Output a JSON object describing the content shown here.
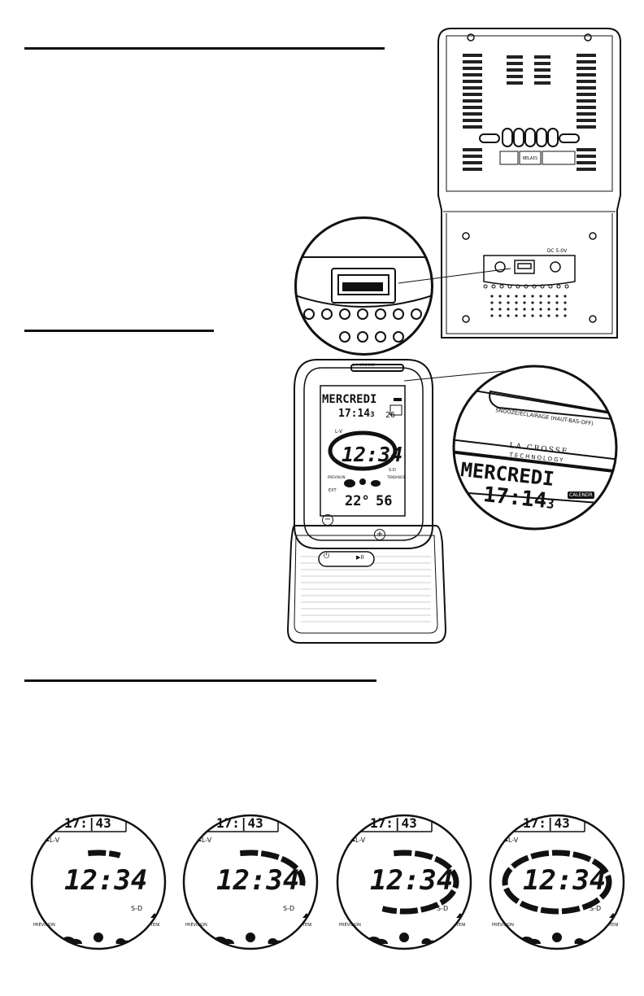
{
  "rear_panel": {
    "reset_label": "RELAIS",
    "dc_label": "DC 5.0V"
  },
  "top_button_callout": "SNOOZE/ÉCLAIRAGE (HAUT-BAS-OFF)",
  "brand": {
    "line1": "LA CROSSE",
    "line2": "TECHNOLOGY"
  },
  "device_lcd": {
    "day": "MERCREDI",
    "time_hm": "17:14",
    "seconds": "3",
    "date": "26",
    "big_time": "12:34",
    "alarm_weekday": "L-V",
    "alarm_weekend": "S-D",
    "forecast_label": "PRÉVISION",
    "trend_label": "TENDANCE",
    "ext_label": "EXT",
    "temperature": "22°",
    "humidity": "56",
    "calendar_tag": "CALENDR"
  },
  "zoom_lcd": {
    "day": "MERCREDI",
    "time_hm": "17:14",
    "seconds": "3"
  },
  "buttons": {
    "minus": "−",
    "plus": "+",
    "power": "⏻",
    "play": "▶II"
  },
  "progression_displays": [
    {
      "top": "17:|43",
      "weekday": "L-V",
      "time": "12:34",
      "weekend": "S-D",
      "forecast": "PRÉVISION",
      "trend": "TENI",
      "ring_fraction": 0.1
    },
    {
      "top": "17:|43",
      "weekday": "L-V",
      "time": "12:34",
      "weekend": "S-D",
      "forecast": "PRÉVISION",
      "trend": "TENI",
      "ring_fraction": 0.3
    },
    {
      "top": "17:|43",
      "weekday": "L-V",
      "time": "12:34",
      "weekend": "S-D",
      "forecast": "PRÉVISION",
      "trend": "TENI",
      "ring_fraction": 0.6
    },
    {
      "top": "17:|43",
      "weekday": "L-V",
      "time": "12:34",
      "weekend": "S-D",
      "forecast": "PRÉVISION",
      "trend": "TENI",
      "ring_fraction": 1.0
    }
  ]
}
